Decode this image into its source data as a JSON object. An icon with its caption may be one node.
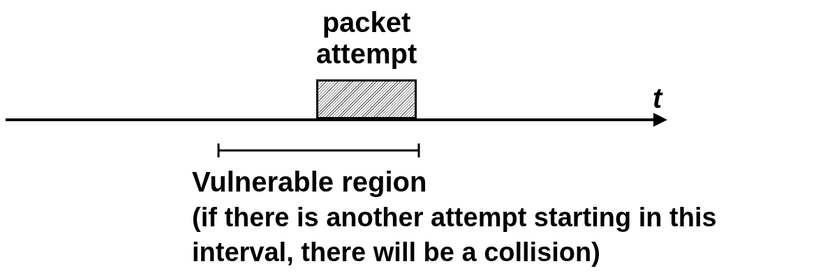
{
  "diagram": {
    "nodes": [
      {
        "text": [
          "packet attempt"
        ]
      }
    ],
    "labels": [
      "t",
      "Vulnerable region",
      "(if there is another attempt starting in this interval, there will be a collision)"
    ]
  }
}
